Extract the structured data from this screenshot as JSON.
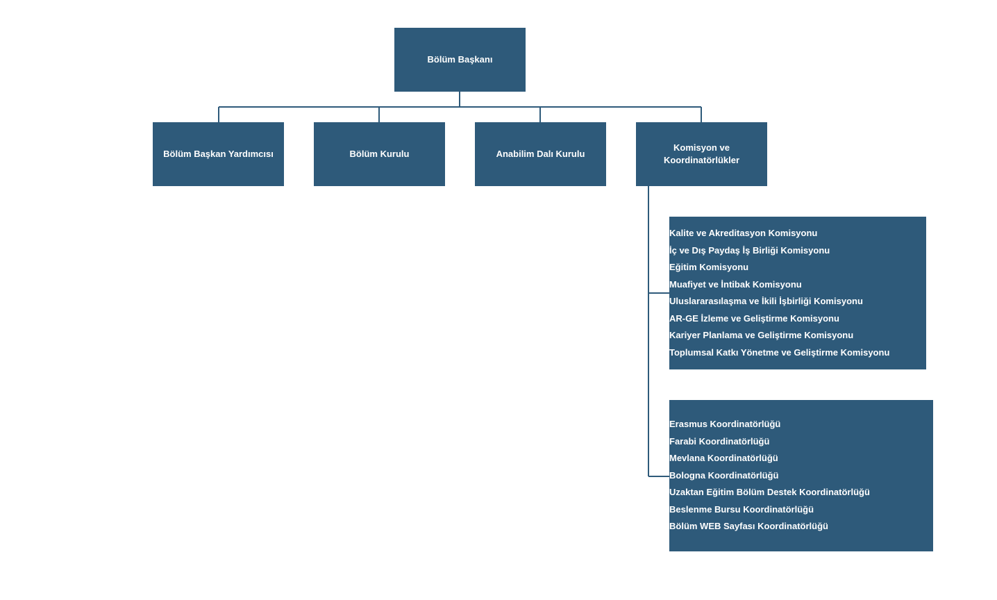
{
  "root": {
    "label": "Bölüm Başkanı"
  },
  "children": [
    {
      "label": "Bölüm Başkan Yardımcısı"
    },
    {
      "label": "Bölüm Kurulu"
    },
    {
      "label": "Anabilim Dalı Kurulu"
    },
    {
      "label": "Komisyon ve Koordinatörlükler"
    }
  ],
  "komisyonlar": [
    "Kalite ve Akreditasyon Komisyonu",
    "İç ve Dış Paydaş İş Birliği Komisyonu",
    "Eğitim Komisyonu",
    "Muafiyet ve İntibak Komisyonu",
    "Uluslararasılaşma ve İkili İşbirliği Komisyonu",
    "AR-GE İzleme ve Geliştirme Komisyonu",
    "Kariyer Planlama ve Geliştirme Komisyonu",
    "Toplumsal Katkı Yönetme ve Geliştirme Komisyonu"
  ],
  "koordinatorlukler": [
    "Erasmus Koordinatörlüğü",
    "Farabi Koordinatörlüğü",
    "Mevlana Koordinatörlüğü",
    "Bologna Koordinatörlüğü",
    "Uzaktan Eğitim Bölüm Destek Koordinatörlüğü",
    "Beslenme Bursu Koordinatörlüğü",
    "Bölüm WEB Sayfası Koordinatörlüğü"
  ],
  "colors": {
    "box": "#2e5a7a",
    "text": "#ffffff",
    "line": "#2e5a7a"
  }
}
